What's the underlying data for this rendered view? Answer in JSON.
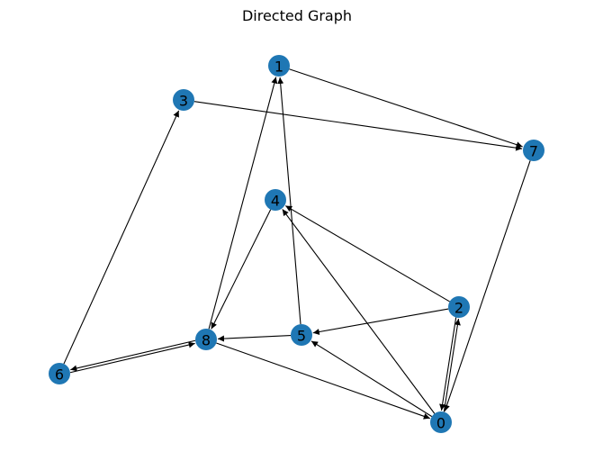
{
  "title": "Directed Graph",
  "colors": {
    "node": "#1f77b4",
    "edge": "#000000",
    "label": "#000000"
  },
  "nodes": [
    {
      "id": "0"
    },
    {
      "id": "1"
    },
    {
      "id": "2"
    },
    {
      "id": "3"
    },
    {
      "id": "4"
    },
    {
      "id": "5"
    },
    {
      "id": "6"
    },
    {
      "id": "7"
    },
    {
      "id": "8"
    }
  ],
  "edges": [
    {
      "source": "0",
      "target": "2"
    },
    {
      "source": "2",
      "target": "0"
    },
    {
      "source": "0",
      "target": "4"
    },
    {
      "source": "0",
      "target": "5"
    },
    {
      "source": "1",
      "target": "7"
    },
    {
      "source": "2",
      "target": "4"
    },
    {
      "source": "2",
      "target": "5"
    },
    {
      "source": "3",
      "target": "7"
    },
    {
      "source": "4",
      "target": "8"
    },
    {
      "source": "5",
      "target": "1"
    },
    {
      "source": "5",
      "target": "8"
    },
    {
      "source": "6",
      "target": "3"
    },
    {
      "source": "6",
      "target": "8"
    },
    {
      "source": "8",
      "target": "6"
    },
    {
      "source": "7",
      "target": "0"
    },
    {
      "source": "8",
      "target": "0"
    },
    {
      "source": "8",
      "target": "1"
    }
  ]
}
